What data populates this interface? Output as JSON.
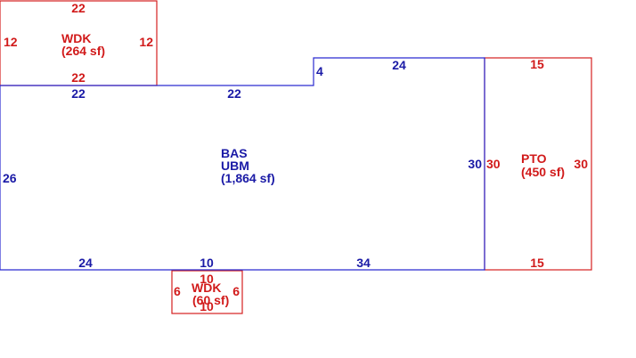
{
  "colors": {
    "main_structure": "#2a2ad0",
    "main_text": "#1a1aa6",
    "addition_structure": "#d42020",
    "addition_text": "#d11a1a"
  },
  "areas": {
    "wdk_top": {
      "code": "WDK",
      "area": "(264 sf)",
      "dims": {
        "top": "22",
        "bottom": "22",
        "left": "12",
        "right": "12"
      }
    },
    "bas": {
      "code": "BAS",
      "subcode": "UBM",
      "area": "(1,864 sf)",
      "dims": {
        "top_left": "22",
        "top_mid": "22",
        "step": "4",
        "top_right": "24",
        "right": "30",
        "left": "26",
        "bottom_left": "24",
        "bottom_mid": "10",
        "bottom_right": "34"
      }
    },
    "pto": {
      "code": "PTO",
      "area": "(450 sf)",
      "dims": {
        "top": "15",
        "bottom": "15",
        "left": "30",
        "right": "30"
      }
    },
    "wdk_bottom": {
      "code": "WDK",
      "area": "(60 sf)",
      "dims": {
        "top": "10",
        "bottom": "10",
        "left": "6",
        "right": "6"
      }
    }
  }
}
